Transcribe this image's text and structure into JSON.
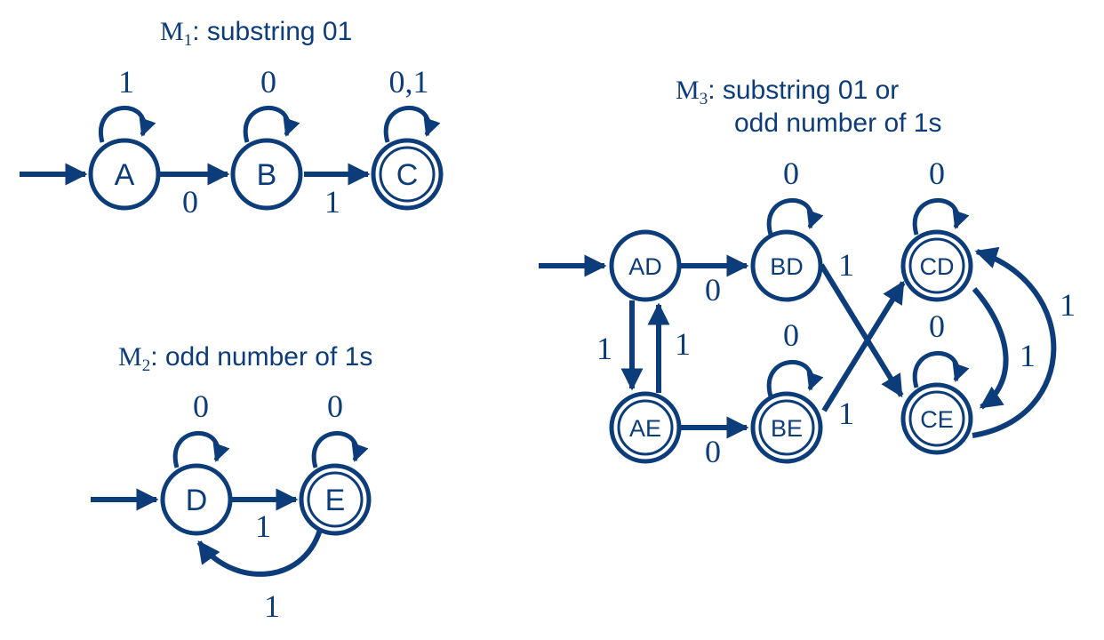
{
  "color": "#0c3c7a",
  "machines": {
    "m1": {
      "title_prefix": "M",
      "title_sub": "1",
      "title_rest": ": substring 01",
      "states": {
        "A": "A",
        "B": "B",
        "C": "C"
      },
      "labels": {
        "loop_A": "1",
        "loop_B": "0",
        "loop_C": "0,1",
        "A_to_B": "0",
        "B_to_C": "1"
      }
    },
    "m2": {
      "title_prefix": "M",
      "title_sub": "2",
      "title_rest": ": odd number of 1s",
      "states": {
        "D": "D",
        "E": "E"
      },
      "labels": {
        "loop_D": "0",
        "loop_E": "0",
        "D_to_E": "1",
        "E_to_D": "1"
      }
    },
    "m3": {
      "title_prefix": "M",
      "title_sub": "3",
      "title_rest": ": substring 01 or",
      "title_line2": "odd number of 1s",
      "states": {
        "AD": "AD",
        "AE": "AE",
        "BD": "BD",
        "BE": "BE",
        "CD": "CD",
        "CE": "CE"
      },
      "labels": {
        "AD_to_BD": "0",
        "AE_to_BE": "0",
        "AD_to_AE": "1",
        "AE_to_AD": "1",
        "loop_BD": "0",
        "loop_BE": "0",
        "loop_CD": "0",
        "loop_CE": "0",
        "BD_to_CE": "1",
        "BE_to_CD": "1",
        "CD_to_CE": "1",
        "CE_to_CD": "1"
      }
    }
  }
}
